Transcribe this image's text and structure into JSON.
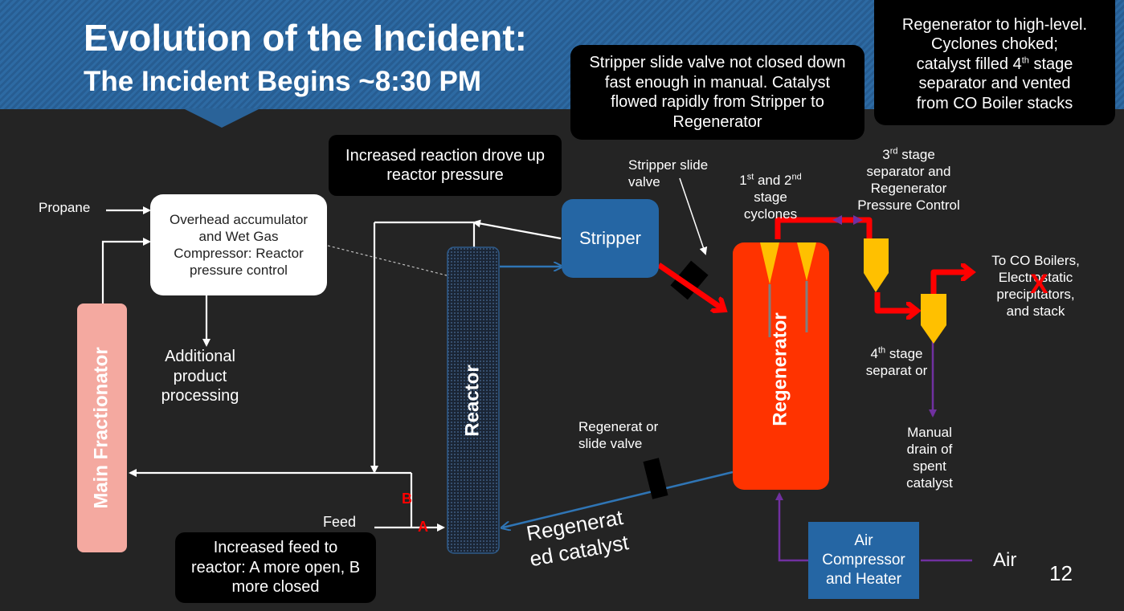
{
  "header": {
    "title": "Evolution of the Incident:",
    "subtitle": "The Incident Begins ~8:30 PM"
  },
  "callouts": {
    "stripper_valve": "Stripper slide valve not closed down fast enough in manual. Catalyst flowed rapidly from Stripper to Regenerator",
    "regenerator_level_line1": "Regenerator to high-level.",
    "regenerator_level_line2": "Cyclones choked;",
    "regenerator_level_line3a": "catalyst filled 4",
    "regenerator_level_line3sup": "th",
    "regenerator_level_line3b": " stage",
    "regenerator_level_line4": "separator and vented",
    "regenerator_level_line5": "from CO Boiler stacks",
    "reaction_pressure": "Increased reaction drove up reactor pressure",
    "feed_increase": "Increased feed to reactor: A more open, B more closed"
  },
  "nodes": {
    "overhead": "Overhead accumulator and Wet Gas Compressor: Reactor pressure control",
    "stripper": "Stripper",
    "reactor": "Reactor",
    "regenerator": "Regenerator",
    "main_fractionator": "Main Fractionator",
    "air_compressor": "Air Compressor and Heater"
  },
  "labels": {
    "propane": "Propane",
    "additional_processing": "Additional product processing",
    "feed": "Feed",
    "valve_a": "A",
    "valve_b": "B",
    "stripper_slide_valve": "Stripper slide valve",
    "cyclones_a": "1",
    "cyclones_sup1": "st",
    "cyclones_b": " and 2",
    "cyclones_sup2": "nd",
    "cyclones_c": "stage cyclones",
    "third_stage": "3",
    "third_stage_sup": "rd",
    "third_stage_rest": " stage",
    "third_stage_line2": "separator and Regenerator Pressure Control",
    "fourth_stage": "4",
    "fourth_stage_sup": "th",
    "fourth_stage_rest": " stage",
    "fourth_stage_line2": "separat or",
    "to_co_boilers": "To CO Boilers, Electrostatic precipitators, and stack",
    "manual_drain": "Manual drain of spent catalyst",
    "regenerator_slide_valve": "Regenerat or slide valve",
    "regenerated_catalyst": "Regenerat ed catalyst",
    "air": "Air",
    "blocked_mark": "X",
    "page_number": "12"
  },
  "colors": {
    "background": "#242424",
    "header_blue": "#2d6aa3",
    "stripper_blue": "#2566a4",
    "regenerator_red": "#ff3300",
    "fractionator_pink": "#f4a9a0",
    "cyclone_yellow": "#ffc000",
    "flow_red": "#ff0000",
    "flow_blue": "#2f75b5",
    "flow_purple": "#7030a0"
  }
}
